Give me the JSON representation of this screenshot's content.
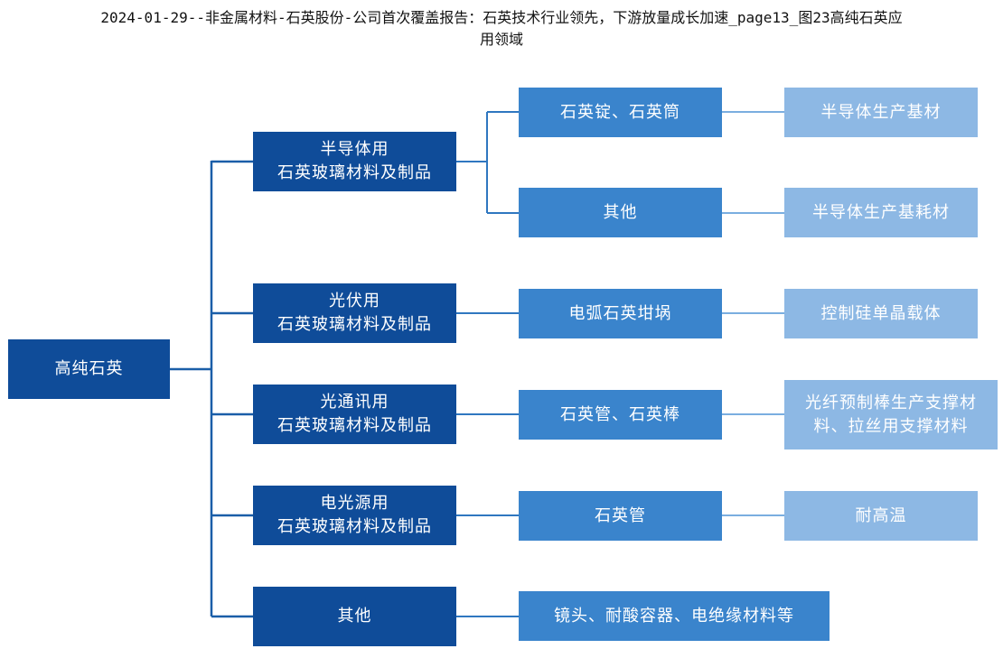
{
  "title": {
    "line1": "2024-01-29--非金属材料-石英股份-公司首次覆盖报告：石英技术行业领先，下游放量成长加速_page13_图23高纯石英应",
    "line2": "用领域"
  },
  "colors": {
    "dark_blue": "#0f4c99",
    "mid_blue": "#3a84cc",
    "light_blue": "#8db8e4",
    "connector_dark": "#1a5ea8",
    "connector_light": "#7aaee0"
  },
  "root": {
    "label": "高纯石英"
  },
  "branches": [
    {
      "line1": "半导体用",
      "line2": "石英玻璃材料及制品",
      "products": [
        {
          "label": "石英锭、石英筒",
          "use": "半导体生产基材"
        },
        {
          "label": "其他",
          "use": "半导体生产基耗材"
        }
      ]
    },
    {
      "line1": "光伏用",
      "line2": "石英玻璃材料及制品",
      "products": [
        {
          "label": "电弧石英坩埚",
          "use": "控制硅单晶载体"
        }
      ]
    },
    {
      "line1": "光通讯用",
      "line2": "石英玻璃材料及制品",
      "products": [
        {
          "label": "石英管、石英棒",
          "use_line1": "光纤预制棒生产支撑材",
          "use_line2": "料、拉丝用支撑材料"
        }
      ]
    },
    {
      "line1": "电光源用",
      "line2": "石英玻璃材料及制品",
      "products": [
        {
          "label": "石英管",
          "use": "耐高温"
        }
      ]
    },
    {
      "line1": "其他",
      "products": [
        {
          "label": "镜头、耐酸容器、电绝缘材料等"
        }
      ]
    }
  ]
}
